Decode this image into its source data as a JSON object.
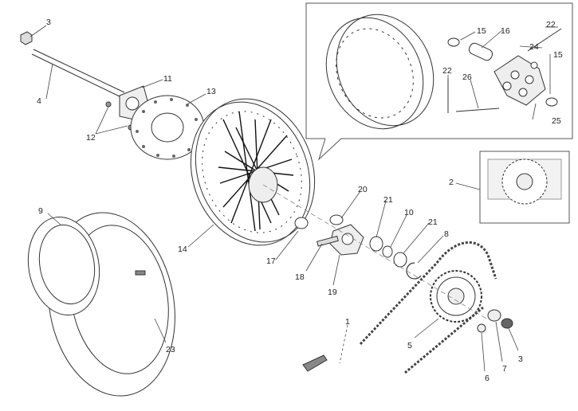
{
  "diagram": {
    "callouts": [
      {
        "id": "3a",
        "label": "3"
      },
      {
        "id": "4",
        "label": "4"
      },
      {
        "id": "11",
        "label": "11"
      },
      {
        "id": "13",
        "label": "13"
      },
      {
        "id": "12",
        "label": "12"
      },
      {
        "id": "14",
        "label": "14"
      },
      {
        "id": "9",
        "label": "9"
      },
      {
        "id": "23",
        "label": "23"
      },
      {
        "id": "15a",
        "label": "15"
      },
      {
        "id": "16",
        "label": "16"
      },
      {
        "id": "22a",
        "label": "22"
      },
      {
        "id": "24",
        "label": "24"
      },
      {
        "id": "15b",
        "label": "15"
      },
      {
        "id": "22b",
        "label": "22"
      },
      {
        "id": "26",
        "label": "26"
      },
      {
        "id": "25",
        "label": "25"
      },
      {
        "id": "2",
        "label": "2"
      },
      {
        "id": "20",
        "label": "20"
      },
      {
        "id": "21a",
        "label": "21"
      },
      {
        "id": "10",
        "label": "10"
      },
      {
        "id": "21b",
        "label": "21"
      },
      {
        "id": "8",
        "label": "8"
      },
      {
        "id": "17",
        "label": "17"
      },
      {
        "id": "18",
        "label": "18"
      },
      {
        "id": "19",
        "label": "19"
      },
      {
        "id": "1",
        "label": "1"
      },
      {
        "id": "5",
        "label": "5"
      },
      {
        "id": "6",
        "label": "6"
      },
      {
        "id": "7",
        "label": "7"
      },
      {
        "id": "3b",
        "label": "3"
      }
    ]
  },
  "colors": {
    "line": "#333333",
    "frame": "#555555",
    "fill_light": "#f2f2f2",
    "fill_dark": "#444444"
  }
}
